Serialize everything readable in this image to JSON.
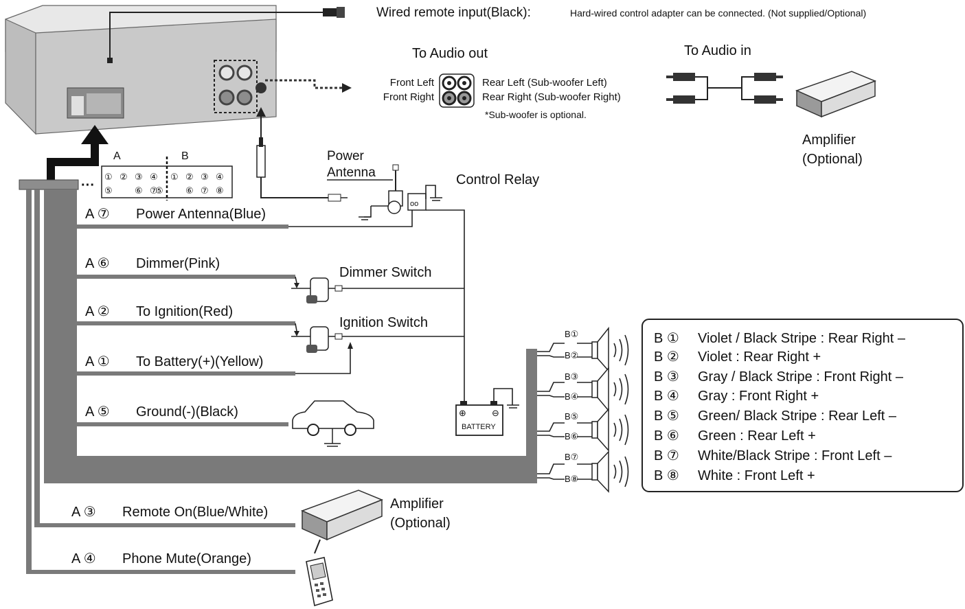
{
  "remote_input": {
    "label": "Wired remote input(Black): ",
    "note": "Hard-wired control adapter can be connected. (Not supplied/Optional)"
  },
  "audio_out": {
    "title": "To Audio out",
    "front_left": "Front Left",
    "front_right": "Front Right",
    "rear_left": "Rear Left (Sub-woofer Left)",
    "rear_right": "Rear Right (Sub-woofer Right)",
    "subwoofer_note": "*Sub-woofer is optional."
  },
  "audio_in": {
    "title": "To Audio in"
  },
  "amp_top": {
    "line1": "Amplifier",
    "line2": "(Optional)"
  },
  "connector": {
    "label_a": "A",
    "label_b": "B",
    "row1_a": [
      "①",
      "②",
      "③",
      "④"
    ],
    "row2_a": [
      "⑤",
      "",
      "⑥",
      "⑦"
    ],
    "row1_b": [
      "①",
      "②",
      "③",
      "④"
    ],
    "row2_b": [
      "⑤",
      "⑥",
      "⑦",
      "⑧"
    ]
  },
  "power_antenna": {
    "line1": "Power",
    "line2": "Antenna"
  },
  "control_relay": "Control Relay",
  "wires": [
    {
      "pin": "A ⑦",
      "label": "Power Antenna(Blue)"
    },
    {
      "pin": "A ⑥",
      "label": "Dimmer(Pink)"
    },
    {
      "pin": "A ②",
      "label": "To Ignition(Red)"
    },
    {
      "pin": "A ①",
      "label": "To Battery(+)(Yellow)"
    },
    {
      "pin": "A ⑤",
      "label": "Ground(-)(Black)"
    },
    {
      "pin": "A ③",
      "label": "Remote On(Blue/White)"
    },
    {
      "pin": "A ④",
      "label": "Phone Mute(Orange)"
    }
  ],
  "dimmer_switch": "Dimmer Switch",
  "ignition_switch": "Ignition Switch",
  "battery": "BATTERY",
  "speaker_pins": [
    "B①",
    "B②",
    "B③",
    "B④",
    "B⑤",
    "B⑥",
    "B⑦",
    "B⑧"
  ],
  "amp_bottom": {
    "line1": "Amplifier",
    "line2": "(Optional)"
  },
  "legend": [
    {
      "pin": "B ①",
      "text": "Violet / Black Stripe : Rear Right –"
    },
    {
      "pin": "B ②",
      "text": "Violet : Rear Right +"
    },
    {
      "pin": "B ③",
      "text": "Gray / Black Stripe : Front Right –"
    },
    {
      "pin": "B ④",
      "text": "Gray : Front Right +"
    },
    {
      "pin": "B ⑤",
      "text": "Green/ Black Stripe : Rear Left –"
    },
    {
      "pin": "B ⑥",
      "text": "Green : Rear Left +"
    },
    {
      "pin": "B ⑦",
      "text": "White/Black Stripe : Front Left –"
    },
    {
      "pin": "B ⑧",
      "text": "White : Front Left +"
    }
  ]
}
